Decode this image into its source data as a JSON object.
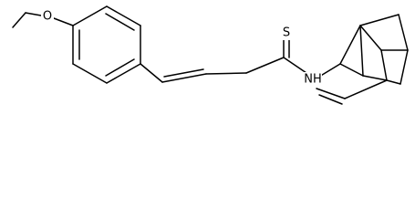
{
  "molecule": {
    "atom_labels": {
      "oxygen": "O",
      "sulfur": "S",
      "amine_nitrogen": "NH"
    },
    "colors": {
      "bond": "#000000",
      "background": "#ffffff"
    }
  }
}
